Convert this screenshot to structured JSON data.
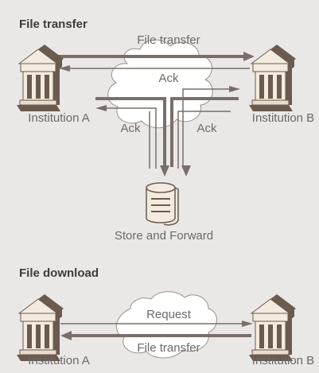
{
  "sections": {
    "file_transfer": {
      "title": "File transfer",
      "institution_a": "Institution A",
      "institution_b": "Institution B",
      "label_file_transfer": "File transfer",
      "label_ack_center": "Ack",
      "label_ack_left": "Ack",
      "label_ack_right": "Ack",
      "store_label": "Store and Forward"
    },
    "file_download": {
      "title": "File download",
      "institution_a": "Institution A",
      "institution_b": "Institution B",
      "label_request": "Request",
      "label_file_transfer": "File transfer"
    }
  },
  "colors": {
    "background": "#eae8e6",
    "arrow": "#7a6e69",
    "building_light": "#f4ebe0",
    "building_dark": "#6b5a4e",
    "cloud_fill": "#ffffff",
    "text": "#6a6a6a",
    "title_text": "#3c3c3c"
  }
}
